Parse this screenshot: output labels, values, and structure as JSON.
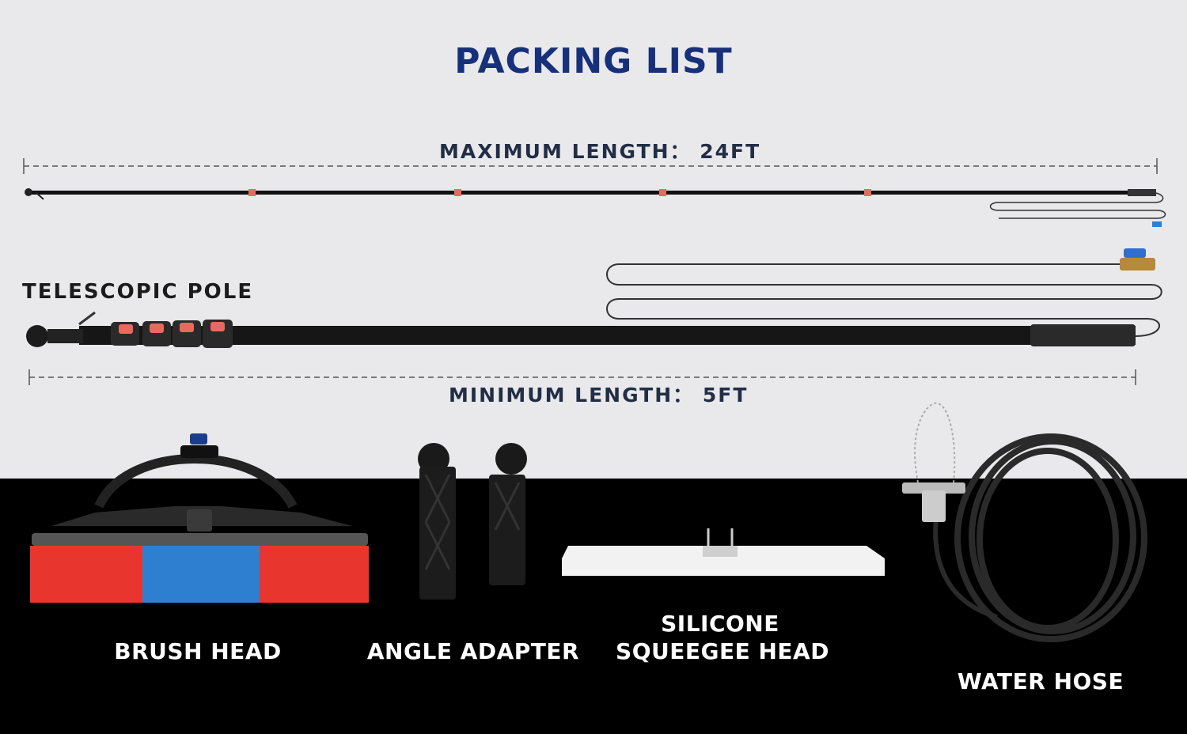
{
  "title": "PACKING LIST",
  "max_length_label": "MAXIMUM LENGTH： 24FT",
  "min_length_label": "MINIMUM LENGTH： 5FT",
  "pole_label": "TELESCOPIC POLE",
  "items": [
    {
      "label": "BRUSH HEAD"
    },
    {
      "label": "ANGLE ADAPTER"
    },
    {
      "label_line1": "SILICONE",
      "label_line2": "SQUEEGEE HEAD"
    },
    {
      "label": "WATER HOSE"
    }
  ],
  "colors": {
    "title": "#17307a",
    "brush_red": "#e8362f",
    "brush_blue": "#2f7fd0",
    "grip_red": "#e86a5e"
  }
}
